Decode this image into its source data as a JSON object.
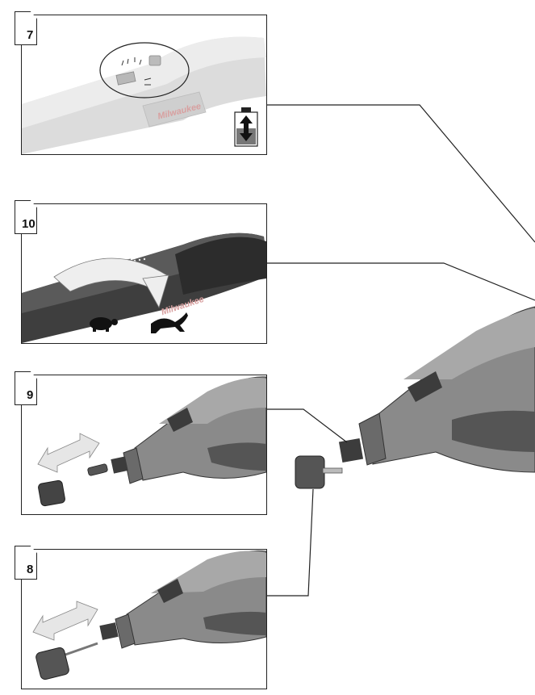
{
  "figure": {
    "steps": [
      {
        "number": "7",
        "topic": "battery-charge-indicator"
      },
      {
        "number": "10",
        "topic": "speed-dial"
      },
      {
        "number": "9",
        "topic": "collet-change"
      },
      {
        "number": "8",
        "topic": "accessory-insert"
      }
    ],
    "brand": "Milwaukee",
    "colors": {
      "tool_body": "#8c8c8c",
      "tool_dark": "#3a3a3a",
      "line": "#222222",
      "arrow_fill": "#e6e6e6"
    }
  }
}
